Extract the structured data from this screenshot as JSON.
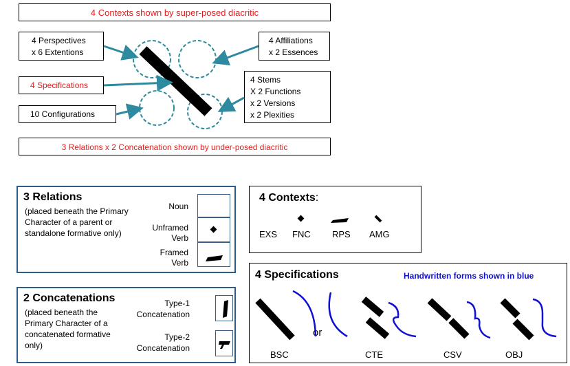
{
  "top_diagram": {
    "top_banner": "4 Contexts shown by super-posed diacritic",
    "bottom_banner": "3  Relations  x  2  Concatenation shown by under-posed diacritic",
    "perspectives": [
      "4 Perspectives",
      "x 6 Extentions"
    ],
    "specifications": "4 Specifications",
    "configurations": "10 Configurations",
    "affiliations": [
      "4 Affiliations",
      "x 2 Essences"
    ],
    "stems": [
      "4 Stems",
      "X 2  Functions",
      "x 2 Versions",
      "x 2 Plexities"
    ]
  },
  "relations_panel": {
    "title": "3 Relations",
    "description": [
      "(placed beneath the Primary",
      "Character of a parent or",
      "standalone formative only)"
    ],
    "rows": [
      {
        "label": [
          "Noun"
        ]
      },
      {
        "label": [
          "Unframed",
          "Verb"
        ]
      },
      {
        "label": [
          "Framed",
          "Verb"
        ]
      }
    ]
  },
  "concatenations_panel": {
    "title": "2 Concatenations",
    "description": [
      "(placed beneath the",
      "Primary Character of a",
      "concatenated formative",
      "only)"
    ],
    "rows": [
      {
        "label": [
          "Type-1",
          "Concatenation"
        ]
      },
      {
        "label": [
          "Type-2",
          "Concatenation"
        ]
      }
    ]
  },
  "contexts_panel": {
    "title": "4 Contexts",
    "colon": ":",
    "items": [
      "EXS",
      "FNC",
      "RPS",
      "AMG"
    ]
  },
  "specifications_panel": {
    "title": "4 Specifications",
    "note": "Handwritten forms shown in blue",
    "or_label": "or",
    "items": [
      "BSC",
      "CTE",
      "CSV",
      "OBJ"
    ]
  },
  "colors": {
    "arrow": "#2e8a9e",
    "red_text": "#e02020",
    "panel_border": "#2e5c8a",
    "handwritten": "#1010d0"
  }
}
